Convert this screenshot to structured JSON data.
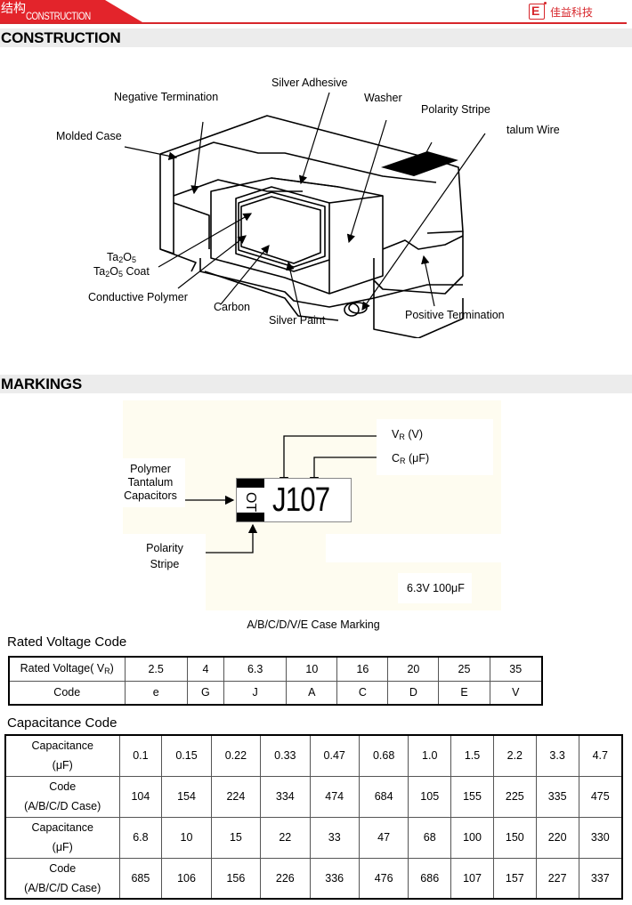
{
  "header": {
    "section_cn": "结构",
    "section_en": "CONSTRUCTION",
    "brand_logo_letter": "E",
    "brand_name": "佳益科技",
    "brand_color": "#d7262b"
  },
  "construction": {
    "title": "CONSTRUCTION",
    "labels": {
      "negative_termination": "Negative Termination",
      "silver_adhesive": "Silver Adhesive",
      "washer": "Washer",
      "polarity_stripe": "Polarity Stripe",
      "tantalum_wire": "talum Wire",
      "molded_case": "Molded Case",
      "ta2o5_base": "Ta",
      "ta2o5_sub2": "2",
      "ta2o5_o": "O",
      "ta2o5_sub5": "5",
      "ta2o5_coat": "Coat",
      "conductive_polymer": "Conductive Polymer",
      "carbon": "Carbon",
      "silver_paint": "Silver Paint",
      "positive_termination": "Positive Termination"
    }
  },
  "markings": {
    "title": "MARKINGS",
    "vr_label": "V",
    "vr_sub": "R",
    "vr_unit": " (V)",
    "cr_label": "C",
    "cr_sub": "R",
    "cr_unit": " (μF)",
    "polymer_line1": "Polymer",
    "polymer_line2": "Tantalum",
    "polymer_line3": "Capacitors",
    "polarity_line1": "Polarity",
    "polarity_line2": "Stripe",
    "chip_side_text": "OT",
    "chip_code": "J107",
    "example_value": "6.3V 100μF",
    "caption": "A/B/C/D/V/E Case Marking"
  },
  "rated_voltage_table": {
    "title": "Rated Voltage Code",
    "row1_header": "Rated Voltage( V",
    "row1_header_sub": "R",
    "row1_header_close": ")",
    "row2_header": "Code",
    "voltages": [
      "2.5",
      "4",
      "6.3",
      "10",
      "16",
      "20",
      "25",
      "35"
    ],
    "codes": [
      "e",
      "G",
      "J",
      "A",
      "C",
      "D",
      "E",
      "V"
    ]
  },
  "capacitance_table": {
    "title": "Capacitance Code",
    "cap_header_line1": "Capacitance",
    "cap_header_line2": "(μF)",
    "code_header_line1": "Code",
    "code_header_line2": "(A/B/C/D Case)",
    "rows": [
      {
        "type": "cap",
        "values": [
          "0.1",
          "0.15",
          "0.22",
          "0.33",
          "0.47",
          "0.68",
          "1.0",
          "1.5",
          "2.2",
          "3.3",
          "4.7"
        ]
      },
      {
        "type": "code",
        "values": [
          "104",
          "154",
          "224",
          "334",
          "474",
          "684",
          "105",
          "155",
          "225",
          "335",
          "475"
        ]
      },
      {
        "type": "cap",
        "values": [
          "6.8",
          "10",
          "15",
          "22",
          "33",
          "47",
          "68",
          "100",
          "150",
          "220",
          "330"
        ]
      },
      {
        "type": "code",
        "values": [
          "685",
          "106",
          "156",
          "226",
          "336",
          "476",
          "686",
          "107",
          "157",
          "227",
          "337"
        ]
      }
    ]
  }
}
